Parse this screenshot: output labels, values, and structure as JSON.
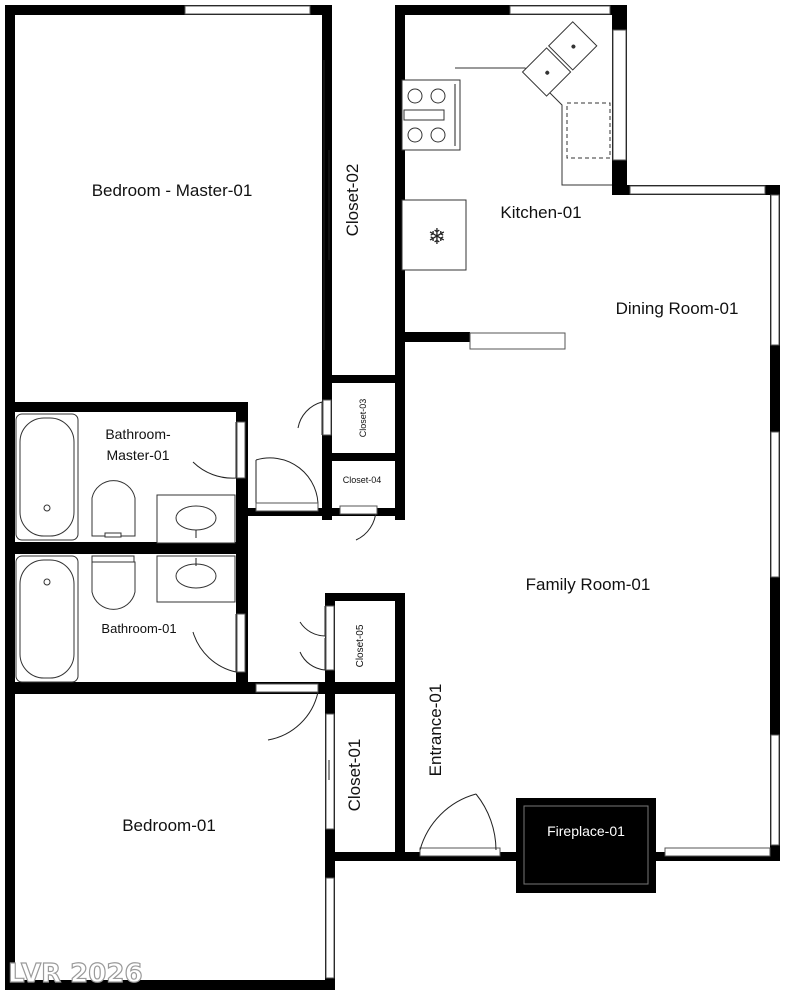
{
  "plan": {
    "rooms": {
      "bedroom_master": "Bedroom - Master-01",
      "closet_02": "Closet-02",
      "kitchen": "Kitchen-01",
      "dining_room": "Dining Room-01",
      "bathroom_master_line1": "Bathroom-",
      "bathroom_master_line2": "Master-01",
      "closet_03": "Closet-03",
      "closet_04": "Closet-04",
      "family_room": "Family Room-01",
      "bathroom": "Bathroom-01",
      "closet_05": "Closet-05",
      "entrance": "Entrance-01",
      "closet_01": "Closet-01",
      "bedroom": "Bedroom-01",
      "fireplace": "Fireplace-01"
    },
    "watermark": "LVR 2026",
    "icons": {
      "freezer": "snowflake-icon",
      "stove": "stove-icon",
      "sink": "sink-icon",
      "toilet": "toilet-icon",
      "bathtub": "bathtub-icon"
    }
  }
}
